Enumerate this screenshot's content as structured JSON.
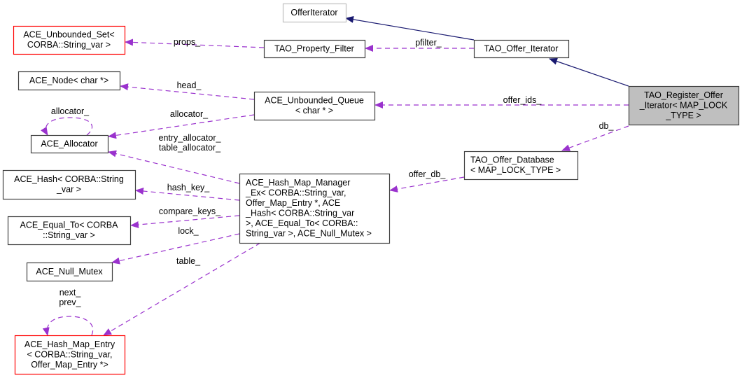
{
  "diagram": {
    "title": "Collaboration diagram for TAO_Register_Offer_Iterator< MAP_LOCK_TYPE >",
    "colors": {
      "inheritance_edge": "#191970",
      "usage_edge": "#9a32cd",
      "node_border": "#404040",
      "undocumented_border": "#bfbfbf",
      "truncated_border": "#ff0000",
      "focus_fill": "#bfbfbf"
    },
    "nodes": [
      {
        "id": "offer_iterator",
        "lines": [
          "OfferIterator"
        ],
        "style": "undocumented"
      },
      {
        "id": "ace_unbounded_set",
        "lines": [
          "ACE_Unbounded_Set<",
          "CORBA::String_var >"
        ],
        "style": "truncated"
      },
      {
        "id": "tao_property_filter",
        "lines": [
          "TAO_Property_Filter"
        ],
        "style": "normal"
      },
      {
        "id": "tao_offer_iterator",
        "lines": [
          "TAO_Offer_Iterator"
        ],
        "style": "normal"
      },
      {
        "id": "ace_node",
        "lines": [
          "ACE_Node< char *>"
        ],
        "style": "normal"
      },
      {
        "id": "ace_unbounded_queue",
        "lines": [
          "ACE_Unbounded_Queue",
          "< char * >"
        ],
        "style": "normal"
      },
      {
        "id": "tao_register_offer_iterator",
        "lines": [
          "TAO_Register_Offer",
          "_Iterator< MAP_LOCK",
          "_TYPE >"
        ],
        "style": "focus"
      },
      {
        "id": "ace_allocator",
        "lines": [
          "ACE_Allocator"
        ],
        "style": "normal"
      },
      {
        "id": "tao_offer_database",
        "lines": [
          "TAO_Offer_Database",
          "< MAP_LOCK_TYPE >"
        ],
        "style": "normal"
      },
      {
        "id": "ace_hash",
        "lines": [
          "ACE_Hash< CORBA::String",
          "_var >"
        ],
        "style": "normal"
      },
      {
        "id": "ace_hash_map_manager_ex",
        "lines": [
          "ACE_Hash_Map_Manager",
          "_Ex< CORBA::String_var,",
          " Offer_Map_Entry *, ACE",
          "_Hash< CORBA::String_var",
          " >, ACE_Equal_To< CORBA::",
          "String_var >, ACE_Null_Mutex >"
        ],
        "style": "normal"
      },
      {
        "id": "ace_equal_to",
        "lines": [
          "ACE_Equal_To< CORBA",
          "::String_var >"
        ],
        "style": "normal"
      },
      {
        "id": "ace_null_mutex",
        "lines": [
          "ACE_Null_Mutex"
        ],
        "style": "normal"
      },
      {
        "id": "ace_hash_map_entry",
        "lines": [
          "ACE_Hash_Map_Entry",
          "< CORBA::String_var,",
          " Offer_Map_Entry *>"
        ],
        "style": "truncated"
      }
    ],
    "edges": [
      {
        "from": "tao_offer_iterator",
        "to": "offer_iterator",
        "kind": "inheritance",
        "label": []
      },
      {
        "from": "tao_register_offer_iterator",
        "to": "tao_offer_iterator",
        "kind": "inheritance",
        "label": []
      },
      {
        "from": "tao_property_filter",
        "to": "ace_unbounded_set",
        "kind": "usage",
        "label": [
          "props_"
        ]
      },
      {
        "from": "tao_offer_iterator",
        "to": "tao_property_filter",
        "kind": "usage",
        "label": [
          "pfilter_"
        ]
      },
      {
        "from": "ace_unbounded_queue",
        "to": "ace_node",
        "kind": "usage",
        "label": [
          "head_"
        ]
      },
      {
        "from": "ace_unbounded_queue",
        "to": "ace_allocator",
        "kind": "usage",
        "label": [
          "allocator_"
        ]
      },
      {
        "from": "ace_allocator",
        "to": "ace_allocator",
        "kind": "usage",
        "label": [
          "allocator_"
        ]
      },
      {
        "from": "tao_register_offer_iterator",
        "to": "ace_unbounded_queue",
        "kind": "usage",
        "label": [
          "offer_ids_"
        ]
      },
      {
        "from": "tao_register_offer_iterator",
        "to": "tao_offer_database",
        "kind": "usage",
        "label": [
          "db_"
        ]
      },
      {
        "from": "tao_offer_database",
        "to": "ace_hash_map_manager_ex",
        "kind": "usage",
        "label": [
          "offer_db_"
        ]
      },
      {
        "from": "ace_hash_map_manager_ex",
        "to": "ace_allocator",
        "kind": "usage",
        "label": [
          "entry_allocator_",
          "table_allocator_"
        ]
      },
      {
        "from": "ace_hash_map_manager_ex",
        "to": "ace_hash",
        "kind": "usage",
        "label": [
          "hash_key_"
        ]
      },
      {
        "from": "ace_hash_map_manager_ex",
        "to": "ace_equal_to",
        "kind": "usage",
        "label": [
          "compare_keys_"
        ]
      },
      {
        "from": "ace_hash_map_manager_ex",
        "to": "ace_null_mutex",
        "kind": "usage",
        "label": [
          "lock_"
        ]
      },
      {
        "from": "ace_hash_map_manager_ex",
        "to": "ace_hash_map_entry",
        "kind": "usage",
        "label": [
          "table_"
        ]
      },
      {
        "from": "ace_hash_map_entry",
        "to": "ace_hash_map_entry",
        "kind": "usage",
        "label": [
          "next_",
          "prev_"
        ]
      }
    ]
  }
}
